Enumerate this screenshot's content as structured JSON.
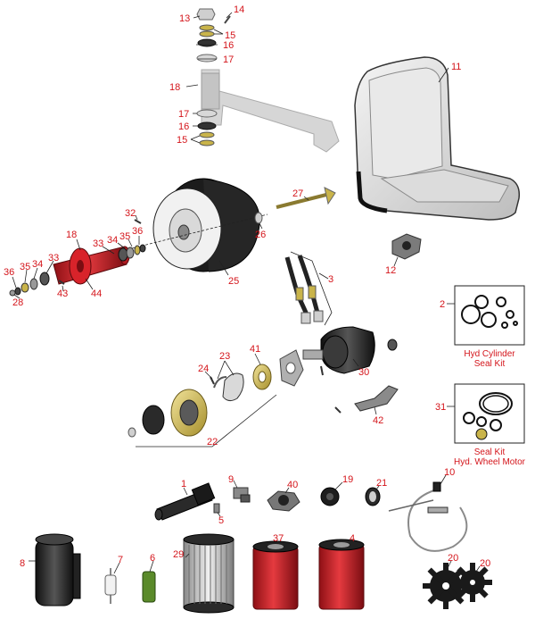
{
  "colors": {
    "callout": "#d4151b",
    "part_red": "#d8232a",
    "part_gold": "#c9b44a",
    "part_dark": "#2a2a2a",
    "part_gray": "#9a9a9a",
    "frame_gray": "#c8c8c8"
  },
  "callouts": {
    "c13": "13",
    "c14": "14",
    "c15a": "15",
    "c16a": "16",
    "c17a": "17",
    "c18a": "18",
    "c17b": "17",
    "c16b": "16",
    "c15b": "15",
    "c11": "11",
    "c27": "27",
    "c32": "32",
    "c26": "26",
    "c18b": "18",
    "c33a": "33",
    "c34a": "34",
    "c35a": "35",
    "c36a": "36",
    "c36b": "36",
    "c35b": "35",
    "c34b": "34",
    "c33b": "33",
    "c28": "28",
    "c43": "43",
    "c44": "44",
    "c25": "25",
    "c12": "12",
    "c3": "3",
    "c2": "2",
    "c41": "41",
    "c23": "23",
    "c24": "24",
    "c30": "30",
    "c31": "31",
    "c42": "42",
    "c22": "22",
    "c1": "1",
    "c9": "9",
    "c5": "5",
    "c40": "40",
    "c19": "19",
    "c21": "21",
    "c10": "10",
    "c8": "8",
    "c7": "7",
    "c6": "6",
    "c29": "29",
    "c37": "37",
    "c4": "4",
    "c20a": "20",
    "c20b": "20"
  },
  "kits": {
    "hyd_cylinder": {
      "line1": "Hyd Cylinder",
      "line2": "Seal Kit"
    },
    "wheel_motor": {
      "line1": "Seal Kit",
      "line2": "Hyd. Wheel Motor"
    }
  },
  "icons": {
    "seat": "seat-icon",
    "tire": "tire-icon",
    "fork": "caster-fork-icon",
    "hub": "caster-hub-icon",
    "motor": "wheel-motor-icon",
    "filter": "oil-filter-icon"
  }
}
